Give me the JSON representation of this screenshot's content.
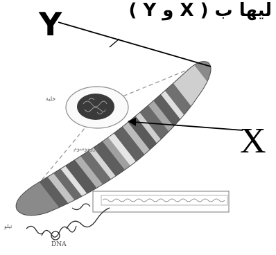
{
  "title": "ليها ب ( X و Y )",
  "labels": {
    "y": "Y",
    "x": "X",
    "cell": "خلية",
    "chromosome": "كروموسوم",
    "telomere": "تيلو",
    "dna": "DNA"
  },
  "colors": {
    "band_dark": "#5e5e5e",
    "band_mid": "#8a8a8a",
    "band_light": "#c4c4c4",
    "band_pale": "#e2e2e2",
    "line": "#000000"
  }
}
